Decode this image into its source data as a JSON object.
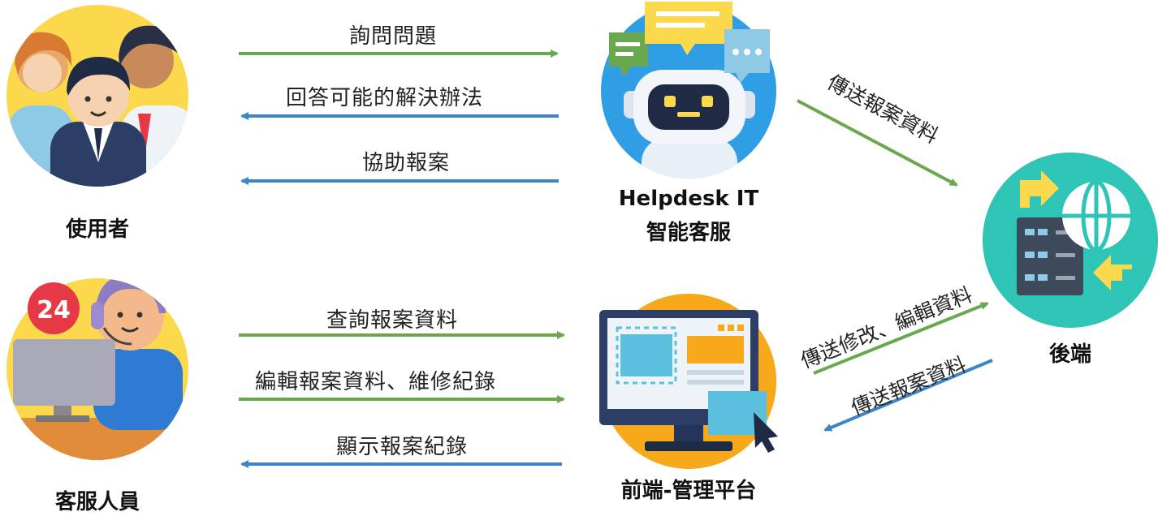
{
  "nodes": {
    "user": "使用者",
    "agent": "客服人員",
    "bot_line1": "Helpdesk IT",
    "bot_line2": "智能客服",
    "frontend": "前端-管理平台",
    "backend": "後端"
  },
  "edges": {
    "ask": "詢問問題",
    "answer": "回答可能的解決辦法",
    "assist": "協助報案",
    "query": "查詢報案資料",
    "edit": "編輯報案資料、維修紀錄",
    "show": "顯示報案紀錄",
    "bot_to_backend": "傳送報案資料",
    "front_to_backend": "傳送修改、編輯資料",
    "backend_to_front": "傳送報案資料"
  },
  "colors": {
    "green": "#6aa84f",
    "blue": "#3d85c6",
    "yellow": "#fcd94c",
    "sky": "#2f9ee5",
    "orange": "#f7a81b",
    "teal": "#2ec4b6"
  },
  "icons": [
    "people-icon",
    "support-agent-icon",
    "robot-icon",
    "computer-icon",
    "server-globe-icon"
  ]
}
